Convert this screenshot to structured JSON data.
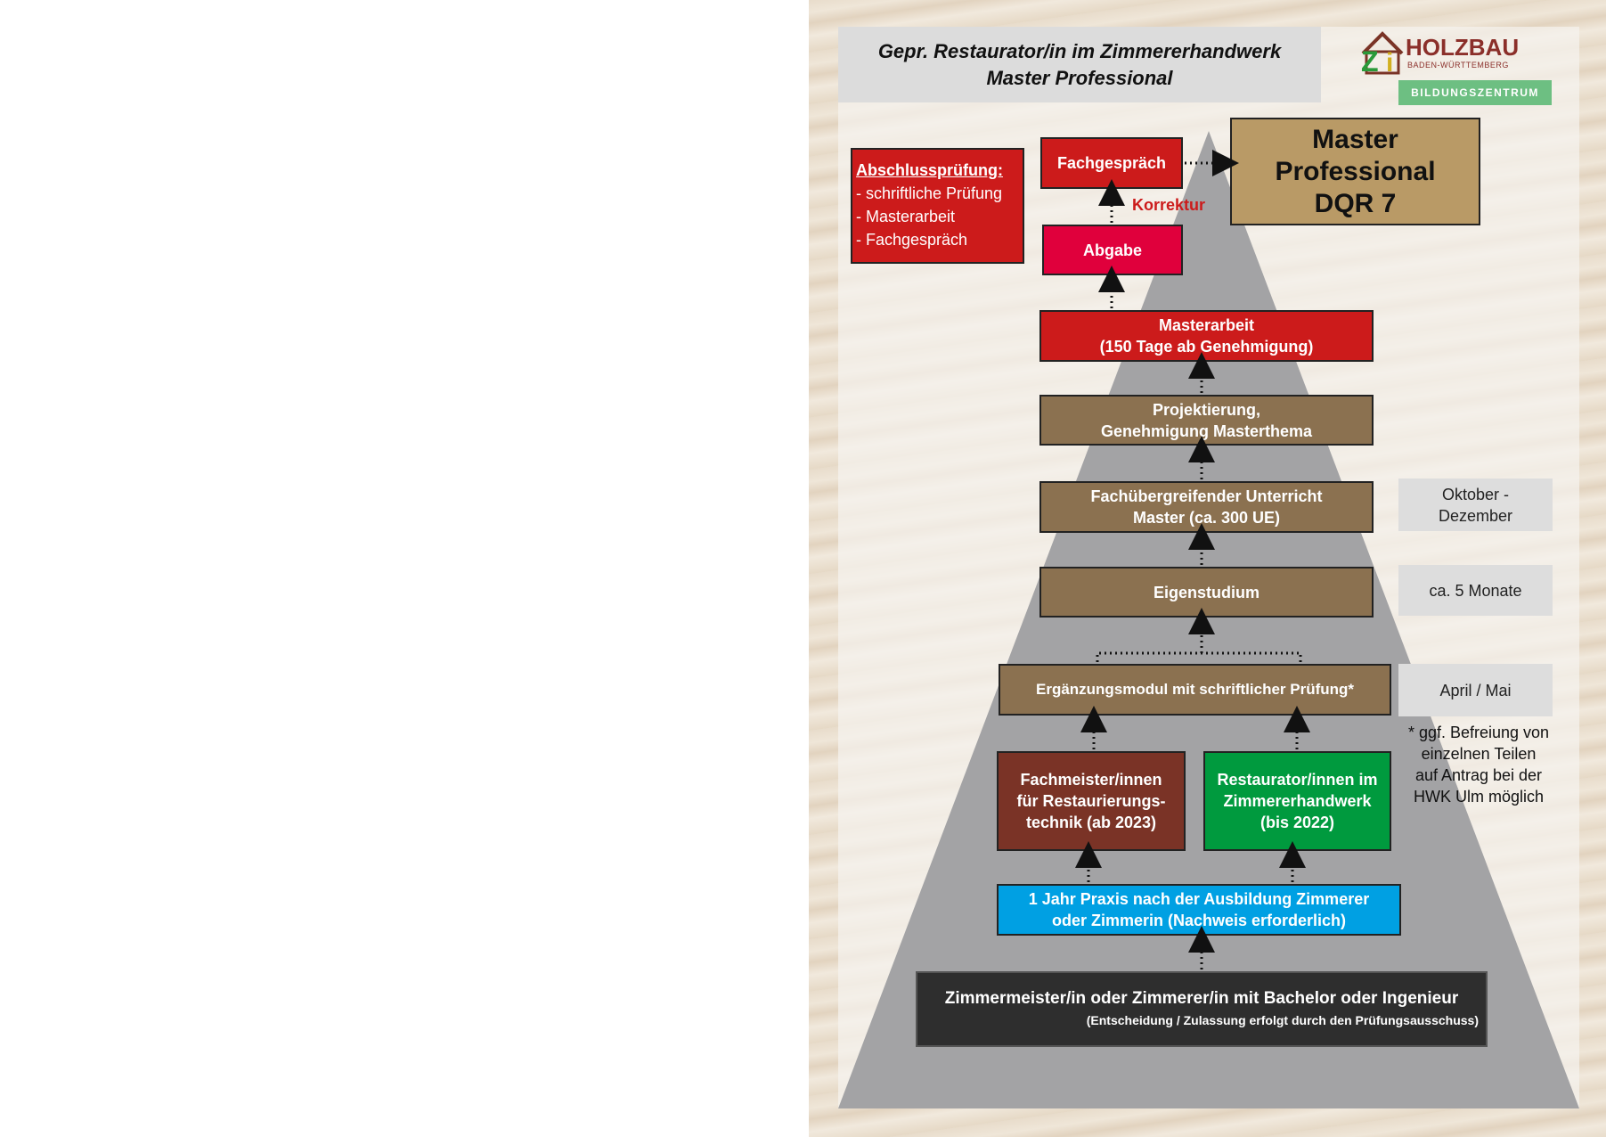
{
  "header": {
    "title_line1": "Gepr. Restaurator/in im Zimmererhandwerk",
    "title_line2": "Master Professional"
  },
  "logo": {
    "brand": "HOLZBAU",
    "region": "BADEN-WÜRTTEMBERG",
    "badge": "BILDUNGSZENTRUM"
  },
  "exam": {
    "heading": "Abschlussprüfung:",
    "items": [
      "- schriftliche Prüfung",
      "- Masterarbeit",
      "- Fachgespräch"
    ]
  },
  "steps": {
    "fachgespraech": "Fachgespräch",
    "korrektur": "Korrektur",
    "abgabe": "Abgabe",
    "goal": [
      "Master",
      "Professional",
      "DQR 7"
    ],
    "masterarbeit": [
      "Masterarbeit",
      "(150 Tage ab Genehmigung)"
    ],
    "projektierung": [
      "Projektierung,",
      "Genehmigung Masterthema"
    ],
    "unterricht": [
      "Fachübergreifender Unterricht",
      "Master (ca. 300 UE)"
    ],
    "eigenstudium": "Eigenstudium",
    "ergaenzung": "Ergänzungsmodul mit schriftlicher Prüfung*",
    "fachmeister": [
      "Fachmeister/innen",
      "für Restaurierungs-",
      "technik (ab 2023)"
    ],
    "restaurator": [
      "Restaurator/innen im",
      "Zimmererhandwerk",
      "(bis 2022)"
    ],
    "praxis": [
      "1 Jahr Praxis nach der Ausbildung Zimmerer",
      "oder Zimmerin (Nachweis erforderlich)"
    ],
    "basis": [
      "Zimmermeister/in oder Zimmerer/in mit Bachelor oder Ingenieur",
      "(Entscheidung / Zulassung erfolgt durch den Prüfungsausschuss)"
    ]
  },
  "timing": {
    "oktober": [
      "Oktober -",
      "Dezember"
    ],
    "monate": "ca. 5 Monate",
    "april": "April / Mai"
  },
  "footnote": [
    "* ggf. Befreiung von",
    "einzelnen Teilen",
    "auf Antrag bei der",
    "HWK Ulm möglich"
  ],
  "colors": {
    "red": "#cc1b1b",
    "abgabe": "#e0003c",
    "brown": "#8b7150",
    "gold": "#b99a66",
    "darkbrown": "#7a3326",
    "green": "#009a3e",
    "blue": "#00a0e3",
    "dark": "#2e2e2e"
  }
}
